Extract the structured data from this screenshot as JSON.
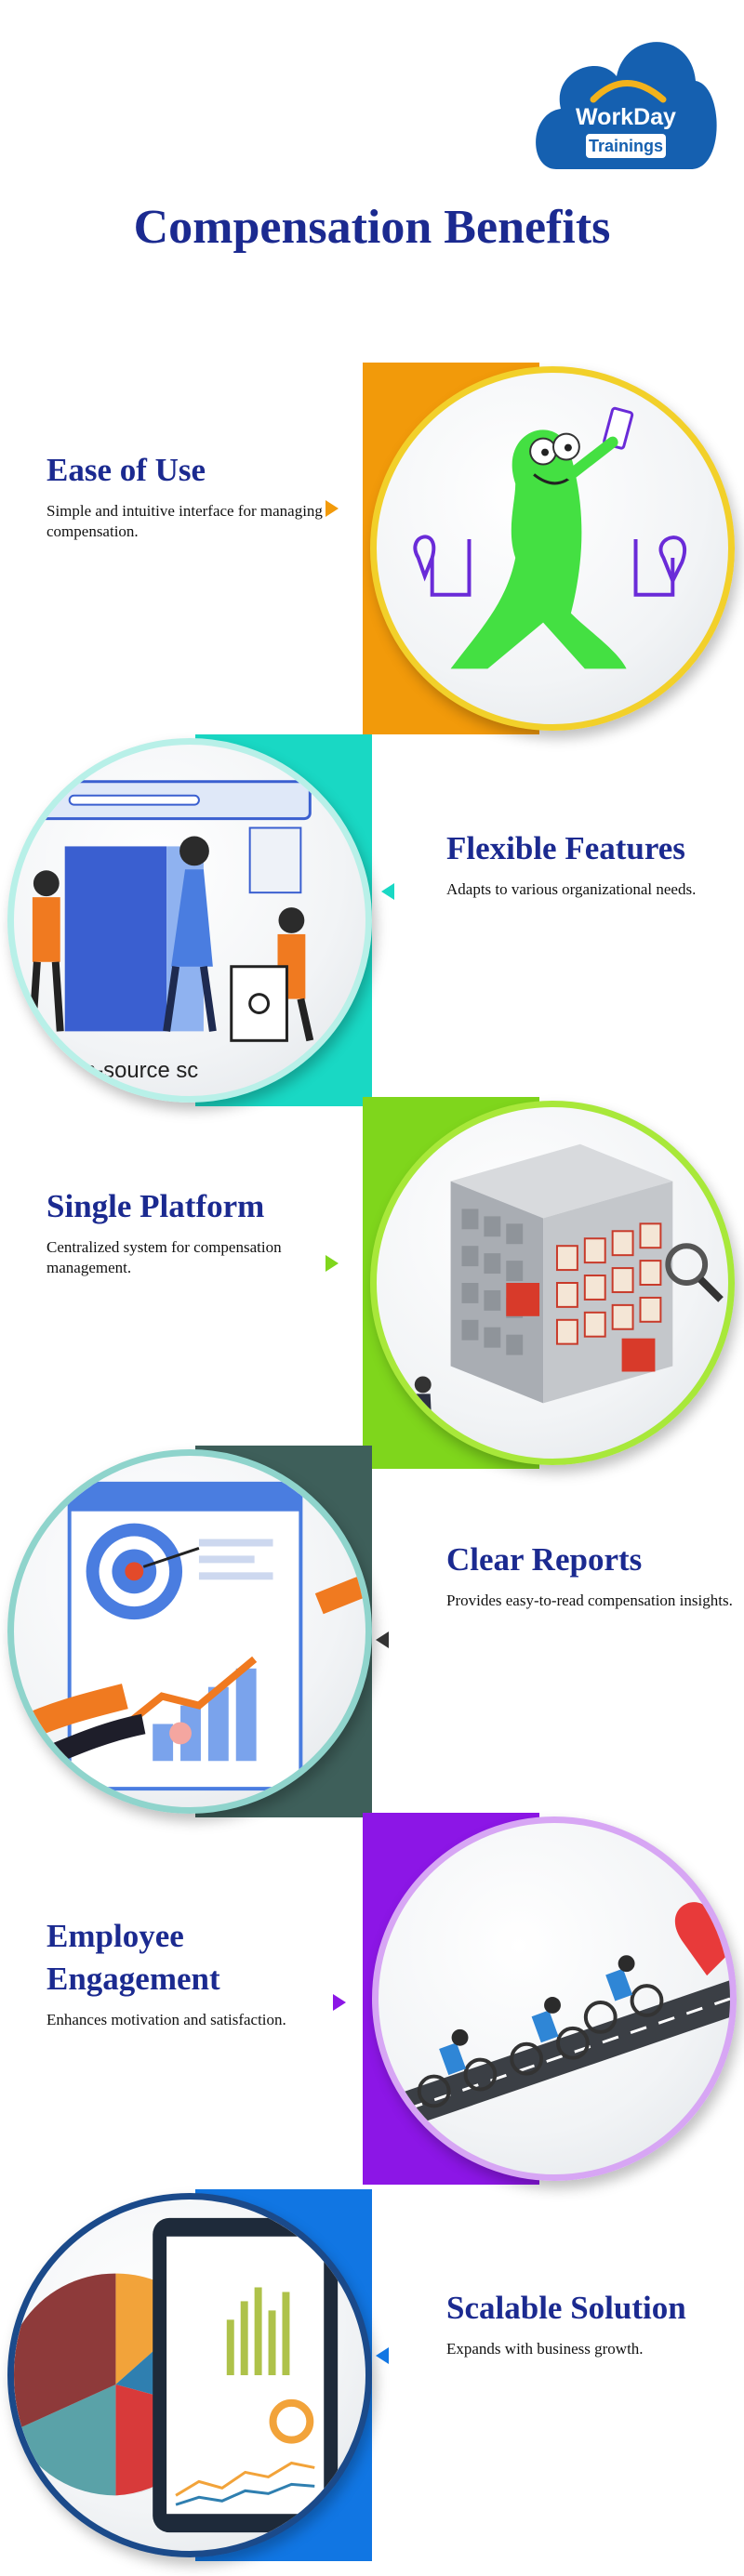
{
  "logo": {
    "name": "WorkDay",
    "subtitle": "Trainings"
  },
  "page_title": "Compensation Benefits",
  "sections": [
    {
      "heading": "Ease of Use",
      "description": "Simple and intuitive interface for managing compensation.",
      "color": "#f29a0a",
      "caption": ""
    },
    {
      "heading": "Flexible Features",
      "description": "Adapts to various organizational needs.",
      "color": "#19d8c4",
      "caption": "Open-source sc"
    },
    {
      "heading": "Single Platform",
      "description": "Centralized system for compensation management.",
      "color": "#7fd61c",
      "caption": ""
    },
    {
      "heading": "Clear Reports",
      "description": "Provides easy-to-read compensation insights.",
      "color": "#3e5f5a",
      "caption": ""
    },
    {
      "heading": "Employee Engagement",
      "description": "Enhances motivation and satisfaction.",
      "color": "#8c16e6",
      "caption": ""
    },
    {
      "heading": "Scalable Solution",
      "description": "Expands with business growth.",
      "color": "#1176e3",
      "caption": ""
    }
  ],
  "icons": [
    "cloud-logo-icon",
    "mascot-walking-icon",
    "team-building-icon",
    "data-server-icon",
    "target-report-icon",
    "cyclists-heart-icon",
    "dashboard-charts-icon"
  ]
}
